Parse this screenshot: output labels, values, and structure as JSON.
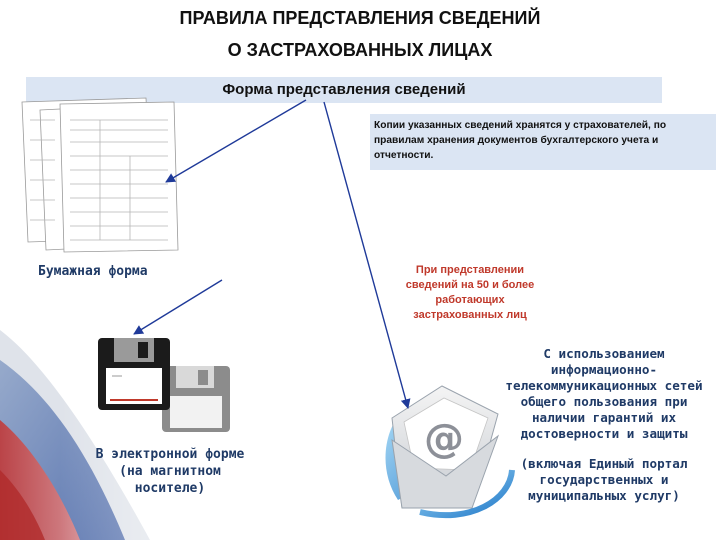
{
  "title": {
    "line1": "ПРАВИЛА ПРЕДСТАВЛЕНИЯ СВЕДЕНИЙ",
    "line2": "О ЗАСТРАХОВАННЫХ ЛИЦАХ"
  },
  "banner": {
    "text": "Форма представления сведений"
  },
  "note": {
    "text": "Копии указанных сведений хранятся у страхователей, по правилам хранения документов бухгалтерского учета и отчетности."
  },
  "paper": {
    "label": "Бумажная форма"
  },
  "threshold": {
    "text": "При представлении сведений на 50 и более работающих застрахованных лиц"
  },
  "electronic": {
    "label": "В электронной форме (на магнитном носителе)"
  },
  "ict": {
    "text": "С использованием информационно-телекоммуникационных сетей общего пользования при наличии гарантий их достоверности и защиты",
    "portal": "(включая Единый портал государственных и муниципальных услуг)"
  },
  "colors": {
    "banner_bg": "#dbe5f3",
    "accent_red": "#c0392b",
    "label_blue": "#1f3a66",
    "arrow": "#1f3a99"
  },
  "icons": [
    "document-stack-icon",
    "floppy-disk-icon",
    "email-envelope-icon"
  ]
}
